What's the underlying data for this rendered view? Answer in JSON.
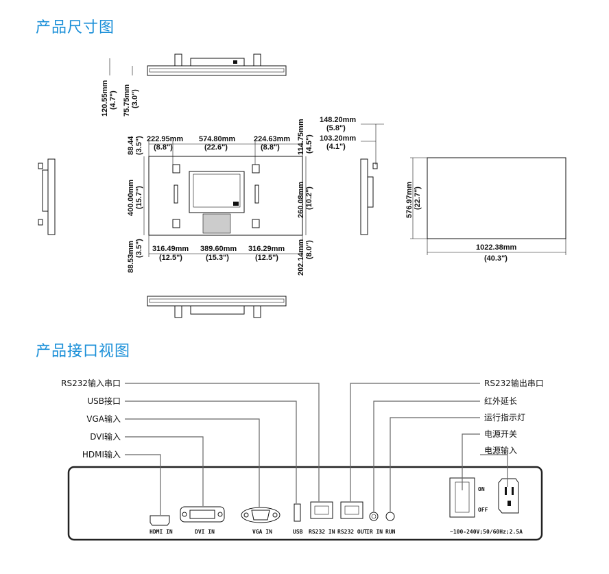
{
  "titles": {
    "dimensions": "产品尺寸图",
    "ports": "产品接口视图"
  },
  "top_view": {
    "dim_total": "120.55mm",
    "dim_total_in": "(4.7\")",
    "dim_depth": "75.75mm",
    "dim_depth_in": "(3.0\")"
  },
  "rear_view": {
    "top_left": "222.95mm",
    "top_left_in": "(8.8\")",
    "top_mid": "574.80mm",
    "top_mid_in": "(22.6\")",
    "top_right": "224.63mm",
    "top_right_in": "(8.8\")",
    "left_top": "88.44",
    "left_top_in": "(3.5\")",
    "left_mid": "400.00mm",
    "left_mid_in": "(15.7\")",
    "left_bot": "88.53mm",
    "left_bot_in": "(3.5\")",
    "bot_left": "316.49mm",
    "bot_left_in": "(12.5\")",
    "bot_mid": "389.60mm",
    "bot_mid_in": "(15.3\")",
    "bot_right": "316.29mm",
    "bot_right_in": "(12.5\")",
    "right_top": "114.75mm",
    "right_top_in": "(4.5\")",
    "right_mid": "260.08mm",
    "right_mid_in": "(10.2\")",
    "right_bot": "202.14mm",
    "right_bot_in": "(8.0\")"
  },
  "side_view": {
    "total": "148.20mm",
    "total_in": "(5.8\")",
    "depth": "103.20mm",
    "depth_in": "(4.1\")"
  },
  "front_view": {
    "height": "576.97mm",
    "height_in": "(22.7\")",
    "width": "1022.38mm",
    "width_in": "(40.3\")"
  },
  "callouts_left": [
    "RS232输入串口",
    "USB接口",
    "VGA输入",
    "DVI输入",
    "HDMI输入"
  ],
  "callouts_right": [
    "RS232输出串口",
    "红外延长",
    "运行指示灯",
    "电源开关",
    "电源输入"
  ],
  "panel": {
    "hdmi": "HDMI IN",
    "dvi": "DVI IN",
    "vga": "VGA IN",
    "usb": "USB",
    "rs232in": "RS232 IN",
    "rs232out": "RS232 OUT",
    "ir": "IR IN",
    "run": "RUN",
    "on": "ON",
    "off": "OFF",
    "power_spec": "~100-240V;50/60Hz;2.5A"
  }
}
